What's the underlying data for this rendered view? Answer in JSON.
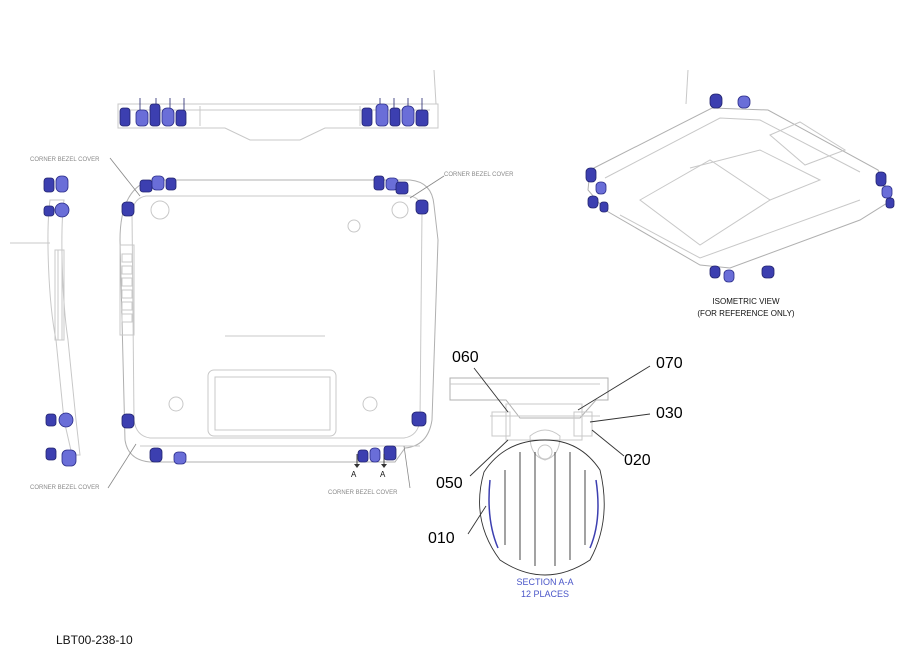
{
  "labels": {
    "corner_bezel_cover_tl": "CORNER BEZEL COVER",
    "corner_bezel_cover_tr": "CORNER BEZEL COVER",
    "corner_bezel_cover_bl": "CORNER BEZEL COVER",
    "corner_bezel_cover_br": "CORNER BEZEL COVER",
    "section_mark_1": "A",
    "section_mark_2": "A"
  },
  "isometric": {
    "line1": "ISOMETRIC VIEW",
    "line2": "(FOR REFERENCE ONLY)"
  },
  "callouts": {
    "c060": "060",
    "c070": "070",
    "c030": "030",
    "c020": "020",
    "c050": "050",
    "c010": "010"
  },
  "section": {
    "title": "SECTION A-A",
    "count": "12 PLACES"
  },
  "drawing_number": "LBT00-238-10",
  "colors": {
    "part_highlight": "#3c3fb0",
    "outline": "#c8c8c8",
    "section_text": "#4a56c8"
  }
}
